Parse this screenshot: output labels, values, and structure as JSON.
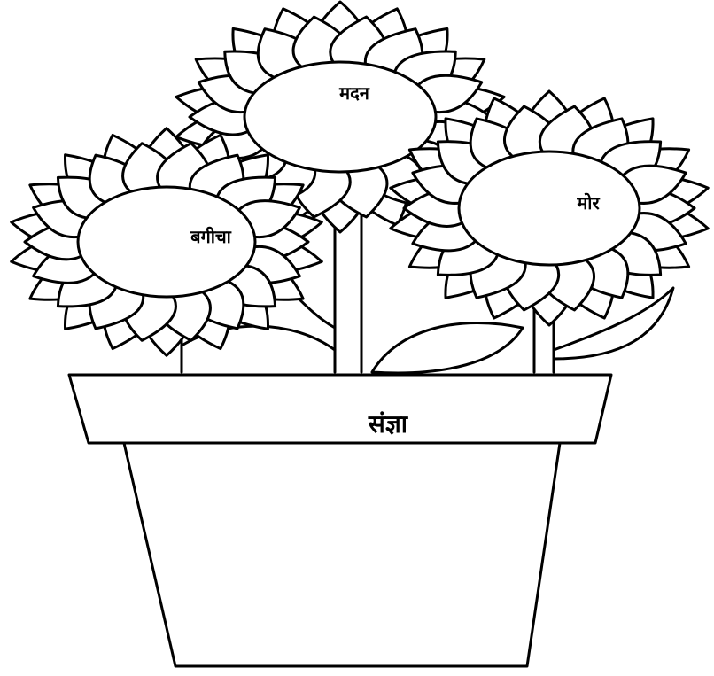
{
  "worksheet": {
    "pot": {
      "label": "संज्ञा"
    },
    "flowers": [
      {
        "id": "left",
        "label": "बगीचा"
      },
      {
        "id": "top",
        "label": "मदन"
      },
      {
        "id": "right",
        "label": "मोर"
      }
    ]
  },
  "colors": {
    "outline": "#000000",
    "fill": "#ffffff"
  }
}
